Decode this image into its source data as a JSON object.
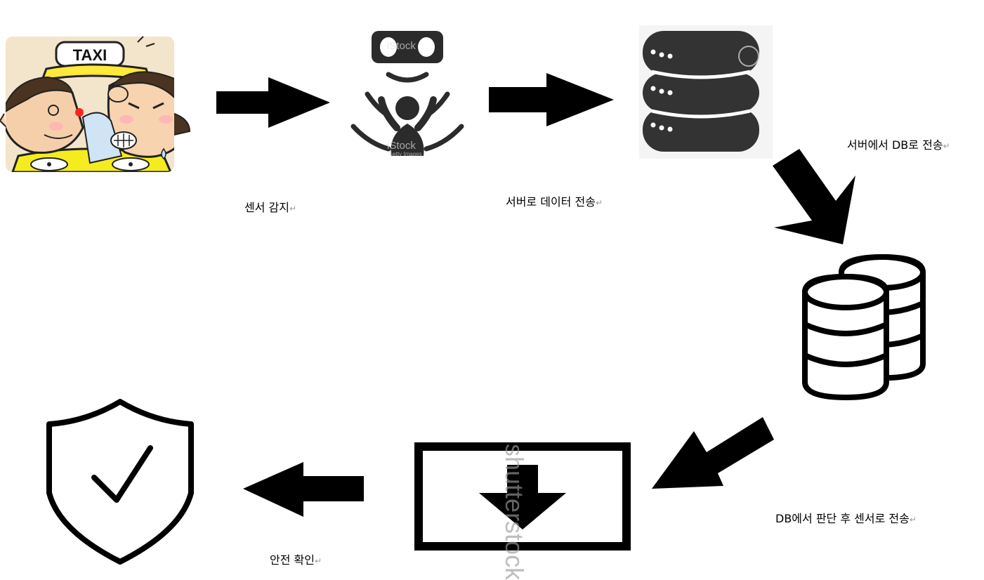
{
  "steps": {
    "sensor_detect": "센서 감지",
    "send_to_server": "서버로 데이터 전송",
    "server_to_db": "서버에서 DB로 전송",
    "db_judge_send": "DB에서 판단 후 센서로 전송",
    "safety_confirm": "안전 확인"
  },
  "return_mark": "↵",
  "illustration": {
    "taxi_sign": "TAXI",
    "watermark_1": "iStock",
    "watermark_1_sub": "Getty Images",
    "watermark_2": "shutterstock"
  },
  "icons": [
    "taxi-fight-illustration",
    "motion-sensor-icon",
    "server-stack-icon",
    "database-icon",
    "download-box-icon",
    "shield-check-icon"
  ],
  "colors": {
    "arrow": "#000000",
    "server": "#333333",
    "background": "#ffffff"
  }
}
